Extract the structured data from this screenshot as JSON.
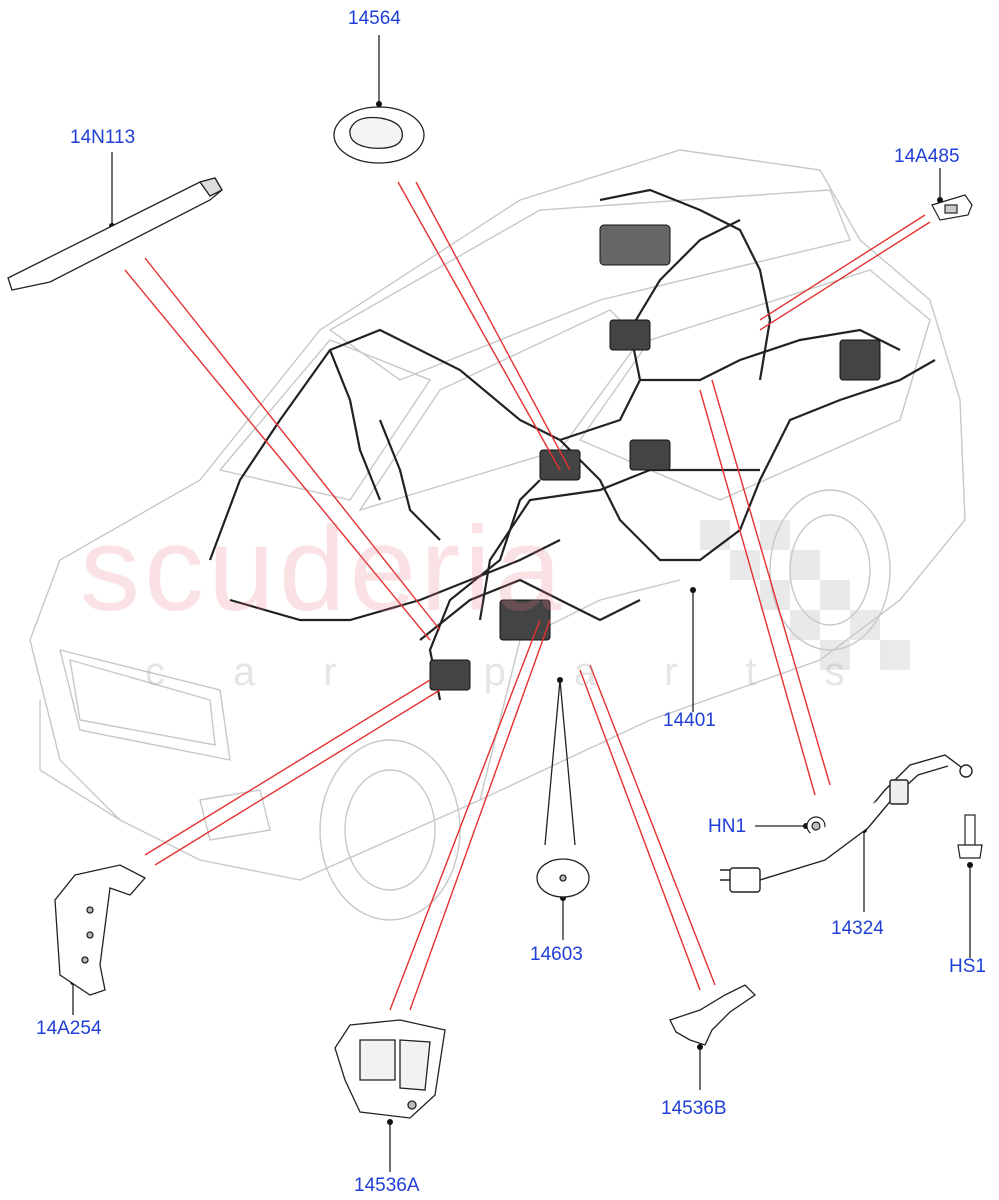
{
  "watermark": {
    "title": "scuderia",
    "subtitle": "car parts"
  },
  "labels": {
    "p14564": "14564",
    "p14N113": "14N113",
    "p14A485": "14A485",
    "p14401": "14401",
    "pHN1": "HN1",
    "p14324": "14324",
    "pHS1": "HS1",
    "p14603": "14603",
    "p14A254": "14A254",
    "p14536A": "14536A",
    "p14536B": "14536B"
  },
  "colors": {
    "label": "#1f3fd6",
    "leader_red": "#e53030",
    "line": "#222222",
    "car_outline": "#c8c8c8"
  }
}
